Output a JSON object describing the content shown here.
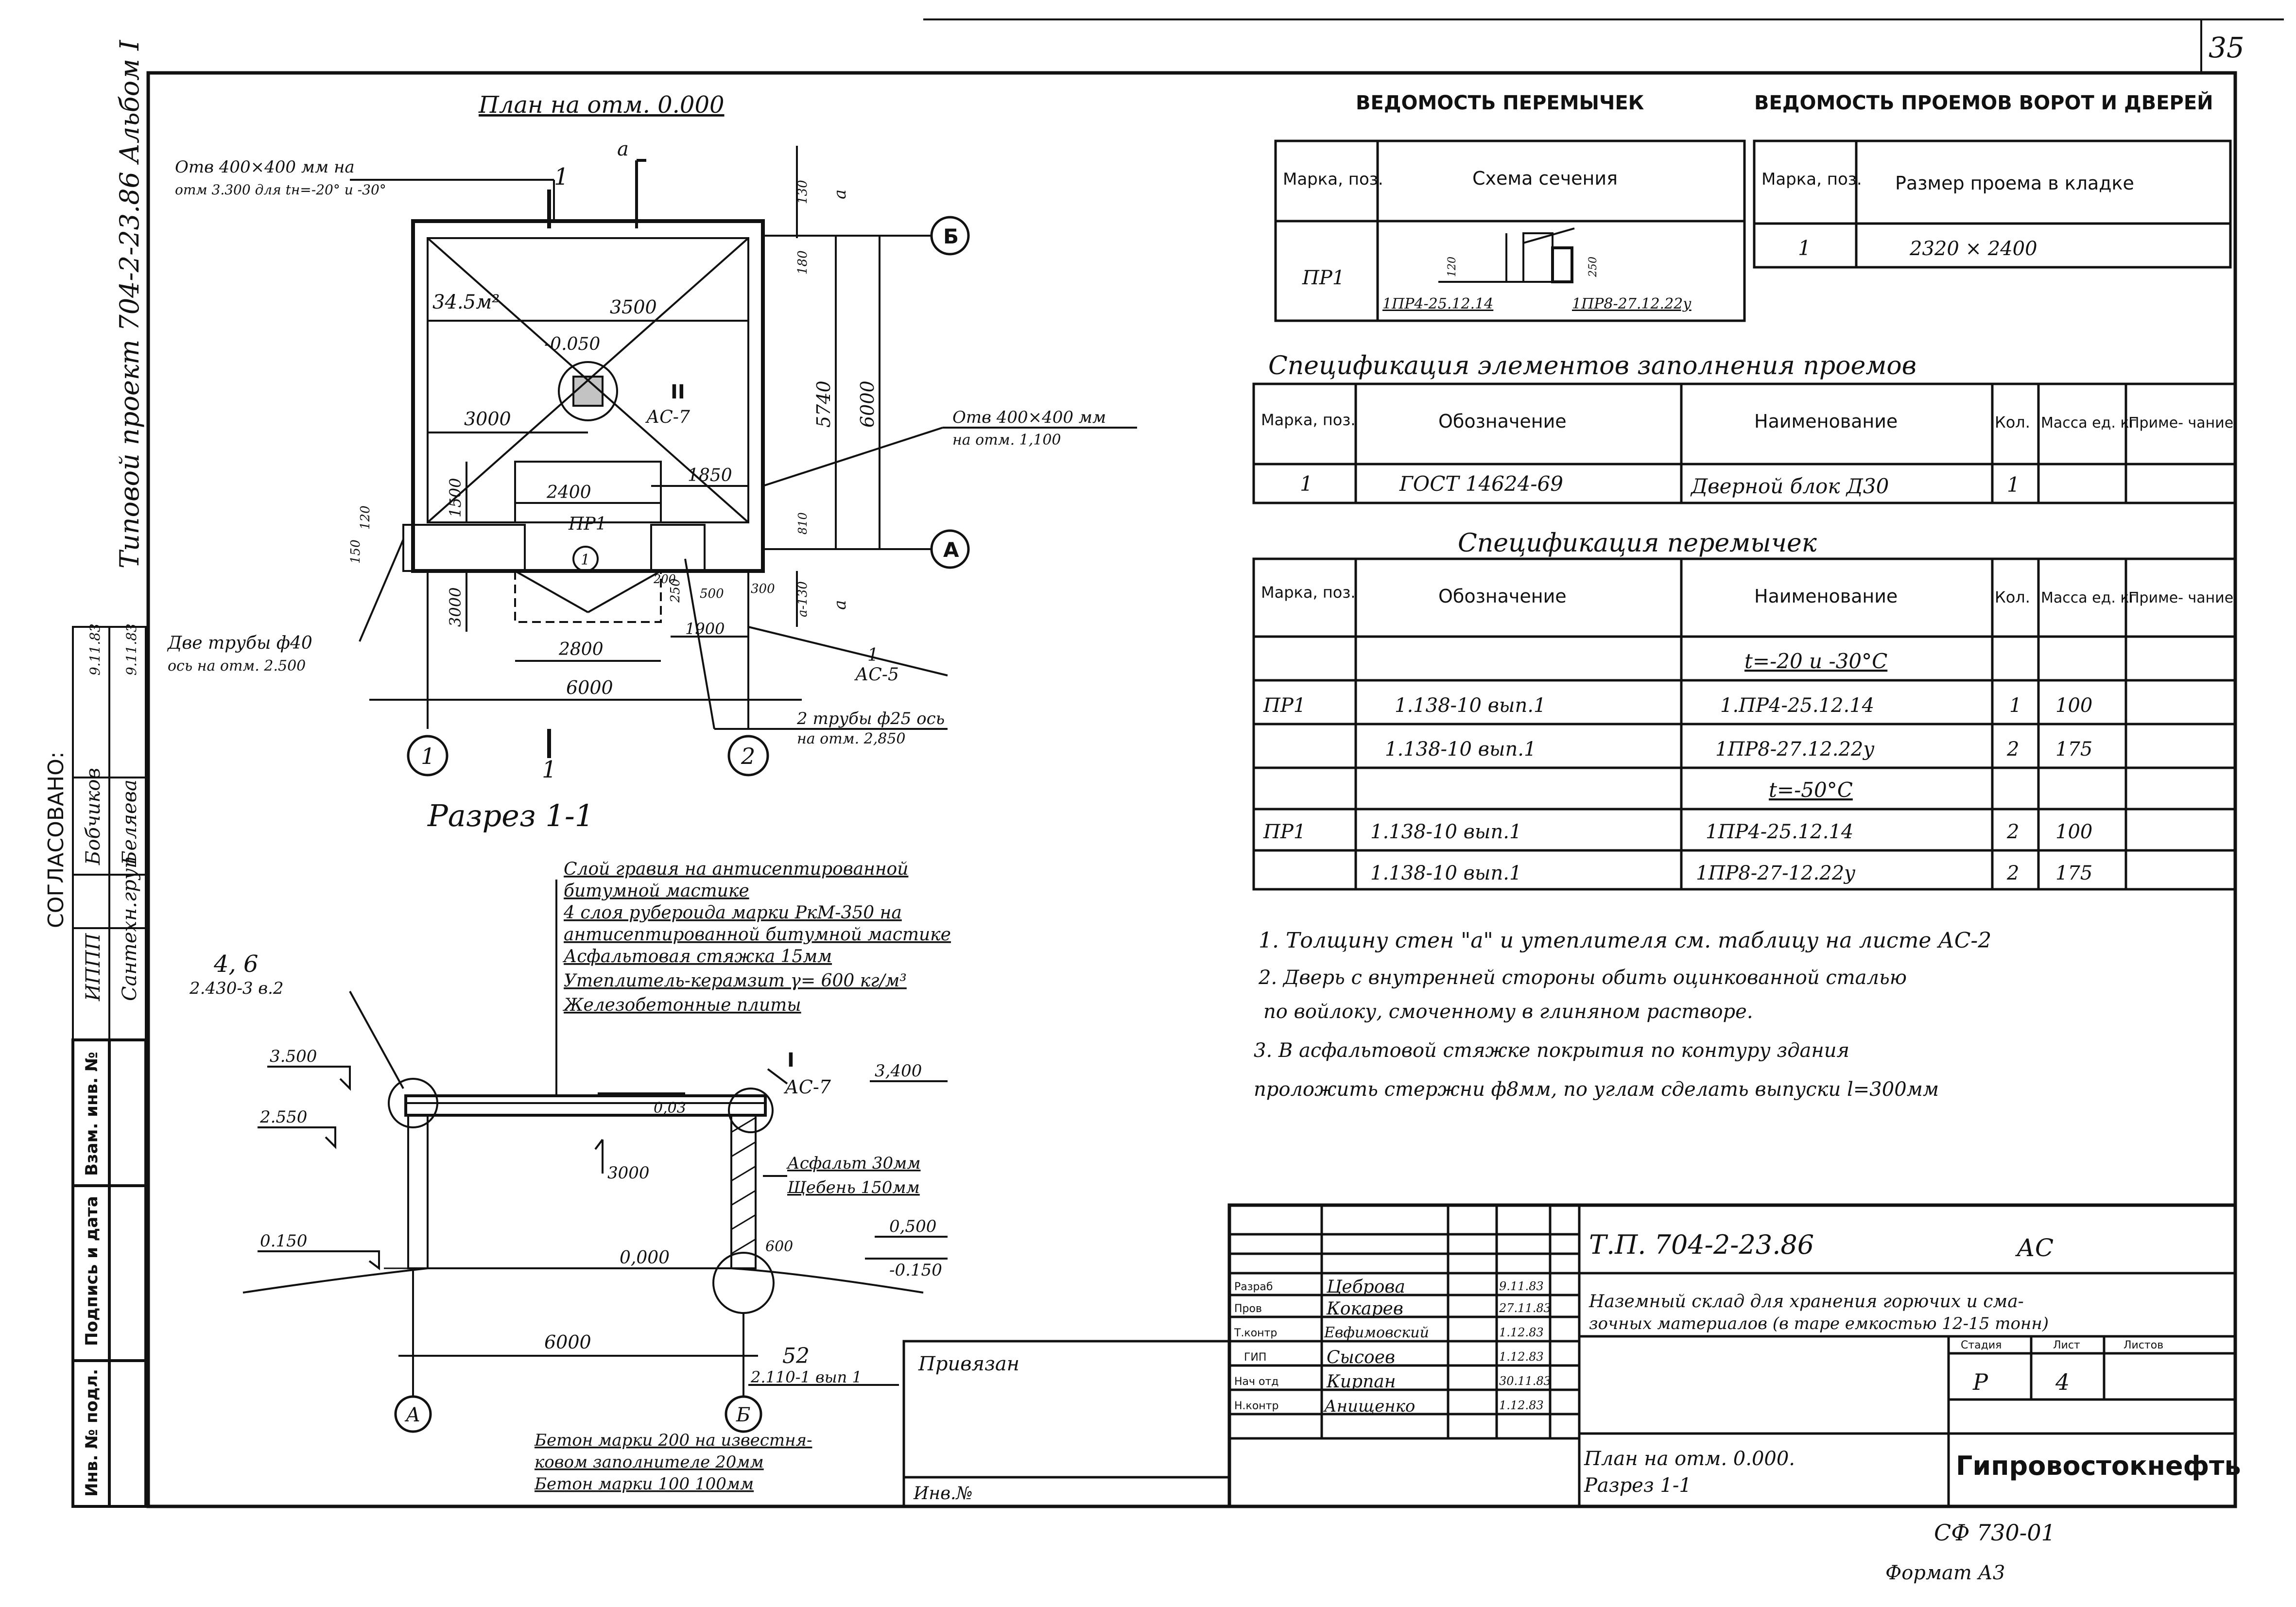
{
  "page_number": "35",
  "album_label": "Типовой проект 704-2-23.86 Альбом I",
  "approval": {
    "title": "СОГЛАСОВАНО:",
    "rows": [
      {
        "org": "ИППП",
        "name": "Бобчиков",
        "date": "9.11.83"
      },
      {
        "org": "Сантехн.груп",
        "name": "Беляева",
        "date": "9.11.83"
      }
    ]
  },
  "left_stamp": {
    "inv_podl": "Инв. № подл.",
    "podpis": "Подпись и дата",
    "vzam": "Взам. инв. №"
  },
  "plan": {
    "title": "План на отм. 0.000",
    "opening_note": [
      "Отв 400×400 мм на",
      "отм 3.300 для tн=-20° и -30°"
    ],
    "opening_note2": [
      "Отв 400×400 мм",
      "на отм. 1,100"
    ],
    "pipes_left": [
      "Две трубы ф40",
      "ось на отм. 2.500"
    ],
    "pipes_right": [
      "2 трубы ф25 ось",
      "на отм. 2,850"
    ],
    "area": "34.5м²",
    "level": "-0.050",
    "dims": {
      "d3500": "3500",
      "d3000": "3000",
      "d2400": "2400",
      "d1850": "1850",
      "d2800": "2800",
      "d1900": "1900",
      "d6000": "6000",
      "d5740": "5740",
      "d6000v": "6000",
      "d1500": "1500",
      "d3000v": "3000",
      "d120": "120",
      "d150": "150",
      "d300": "300",
      "d250": "250",
      "d500": "500",
      "d180": "180",
      "d130": "130",
      "a130": "а-130",
      "a": "а",
      "a2": "а",
      "d810": "810",
      "d200": "200"
    },
    "axes": {
      "A": "А",
      "B": "Б",
      "one": "1",
      "two": "2"
    },
    "section_marks": {
      "s1": "1",
      "s1b": "1",
      "aa": "а"
    },
    "pr1": "ПР1",
    "node_ii": "II",
    "node_ac7": "АС-7",
    "node_ac5_num": "1",
    "node_ac5": "АС-5",
    "door_mark": "1"
  },
  "section": {
    "title": "Разрез 1-1",
    "layers": [
      "Слой гравия на антисептированной",
      "битумной мастике",
      "4 слоя рубероида марки РкМ-350 на",
      "антисептированной битумной мастике",
      "Асфальтовая стяжка 15мм",
      "Утеплитель-керамзит γ= 600 кг/м³",
      "Железобетонные плиты"
    ],
    "node_46": "4, 6",
    "node_46_ref": "2.430-3 в.2",
    "node_i": "I",
    "node_ac7": "АС-7",
    "lvl_3500": "3.500",
    "lvl_2550": "2.550",
    "lvl_0150": "0.150",
    "lvl_3400": "3,400",
    "lvl_0500": "0,500",
    "lvl_m0150": "-0.150",
    "lvl_0000": "0,000",
    "slope": "0,03",
    "h3000": "3000",
    "h600": "600",
    "asphalt": "Асфальт 30мм",
    "gravel": "Щебень 150мм",
    "d6000": "6000",
    "node_52": "52",
    "node_52_ref": "2.110-1 вып 1",
    "axis_A": "А",
    "axis_B": "Б",
    "concrete": [
      "Бетон марки 200 на известня-",
      "ковом заполнителе 20мм",
      "Бетон марки 100 100мм"
    ]
  },
  "lintels_sheet": {
    "title": "ВЕДОМОСТЬ ПЕРЕМЫЧЕК",
    "h_mark": "Марка, поз.",
    "h_scheme": "Схема сечения",
    "row_mark": "ПР1",
    "scheme_l1": "1ПР4-25.12.14",
    "scheme_l2": "1ПР8-27.12.22у",
    "scheme_120": "120",
    "scheme_250": "250"
  },
  "openings_sheet": {
    "title": "ВЕДОМОСТЬ ПРОЕМОВ ВОРОТ И ДВЕРЕЙ",
    "h_mark": "Марка, поз.",
    "h_size": "Размер проема в кладке",
    "row_mark": "1",
    "row_size": "2320 × 2400"
  },
  "spec_fill": {
    "title": "Спецификация элементов заполнения проемов",
    "headers": [
      "Марка, поз.",
      "Обозначение",
      "Наименование",
      "Кол.",
      "Масса ед. кг",
      "Приме- чание"
    ],
    "rows": [
      [
        "1",
        "ГОСТ 14624-69",
        "Дверной блок Д30",
        "1",
        "",
        ""
      ]
    ]
  },
  "spec_lintels": {
    "title": "Спецификация перемычек",
    "headers": [
      "Марка, поз.",
      "Обозначение",
      "Наименование",
      "Кол.",
      "Масса ед. кг",
      "Приме- чание"
    ],
    "group1": "t=-20 и -30°С",
    "group2": "t=-50°С",
    "rows1": [
      [
        "ПР1",
        "1.138-10 вып.1",
        "1.ПР4-25.12.14",
        "1",
        "100",
        ""
      ],
      [
        "",
        "1.138-10 вып.1",
        "1ПР8-27.12.22у",
        "2",
        "175",
        ""
      ]
    ],
    "rows2": [
      [
        "ПР1",
        "1.138-10 вып.1",
        "1ПР4-25.12.14",
        "2",
        "100",
        ""
      ],
      [
        "",
        "1.138-10 вып.1",
        "1ПР8-27-12.22у",
        "2",
        "175",
        ""
      ]
    ]
  },
  "notes": [
    "1. Толщину стен \"а\" и утеплителя см. таблицу на листе АС-2",
    "2. Дверь с внутренней стороны обить оцинкованной сталью",
    "по войлоку, смоченному в глиняном растворе.",
    "3. В асфальтовой стяжке покрытия по контуру здания",
    "проложить стержни ф8мм, по углам сделать выпуски l=300мм"
  ],
  "title_block": {
    "code": "Т.П. 704-2-23.86",
    "set": "АС",
    "object": [
      "Наземный склад для хранения горючих и сма-",
      "зочных материалов (в таре емкостью 12-15 тонн)"
    ],
    "sheet_name": [
      "План на отм. 0.000.",
      "Разрез 1-1"
    ],
    "org": "Гипровостокнефть",
    "stage_h": "Стадия",
    "sheet_h": "Лист",
    "sheets_h": "Листов",
    "stage": "Р",
    "sheet": "4",
    "people": [
      {
        "role": "Разраб",
        "name": "Цеброва",
        "date": "9.11.83"
      },
      {
        "role": "Пров",
        "name": "Кокарев",
        "date": "27.11.83"
      },
      {
        "role": "Т.контр",
        "name": "Евфимовский",
        "date": "1.12.83"
      },
      {
        "role": "ГИП",
        "name": "Сысоев",
        "date": "1.12.83"
      },
      {
        "role": "Нач отд",
        "name": "Кирпан",
        "date": "30.11.83"
      },
      {
        "role": "Н.контр",
        "name": "Анищенко",
        "date": "1.12.83"
      }
    ],
    "privyazan": "Привязан",
    "inv": "Инв.№"
  },
  "footer": {
    "code": "СФ 730-01",
    "format": "Формат А3"
  }
}
